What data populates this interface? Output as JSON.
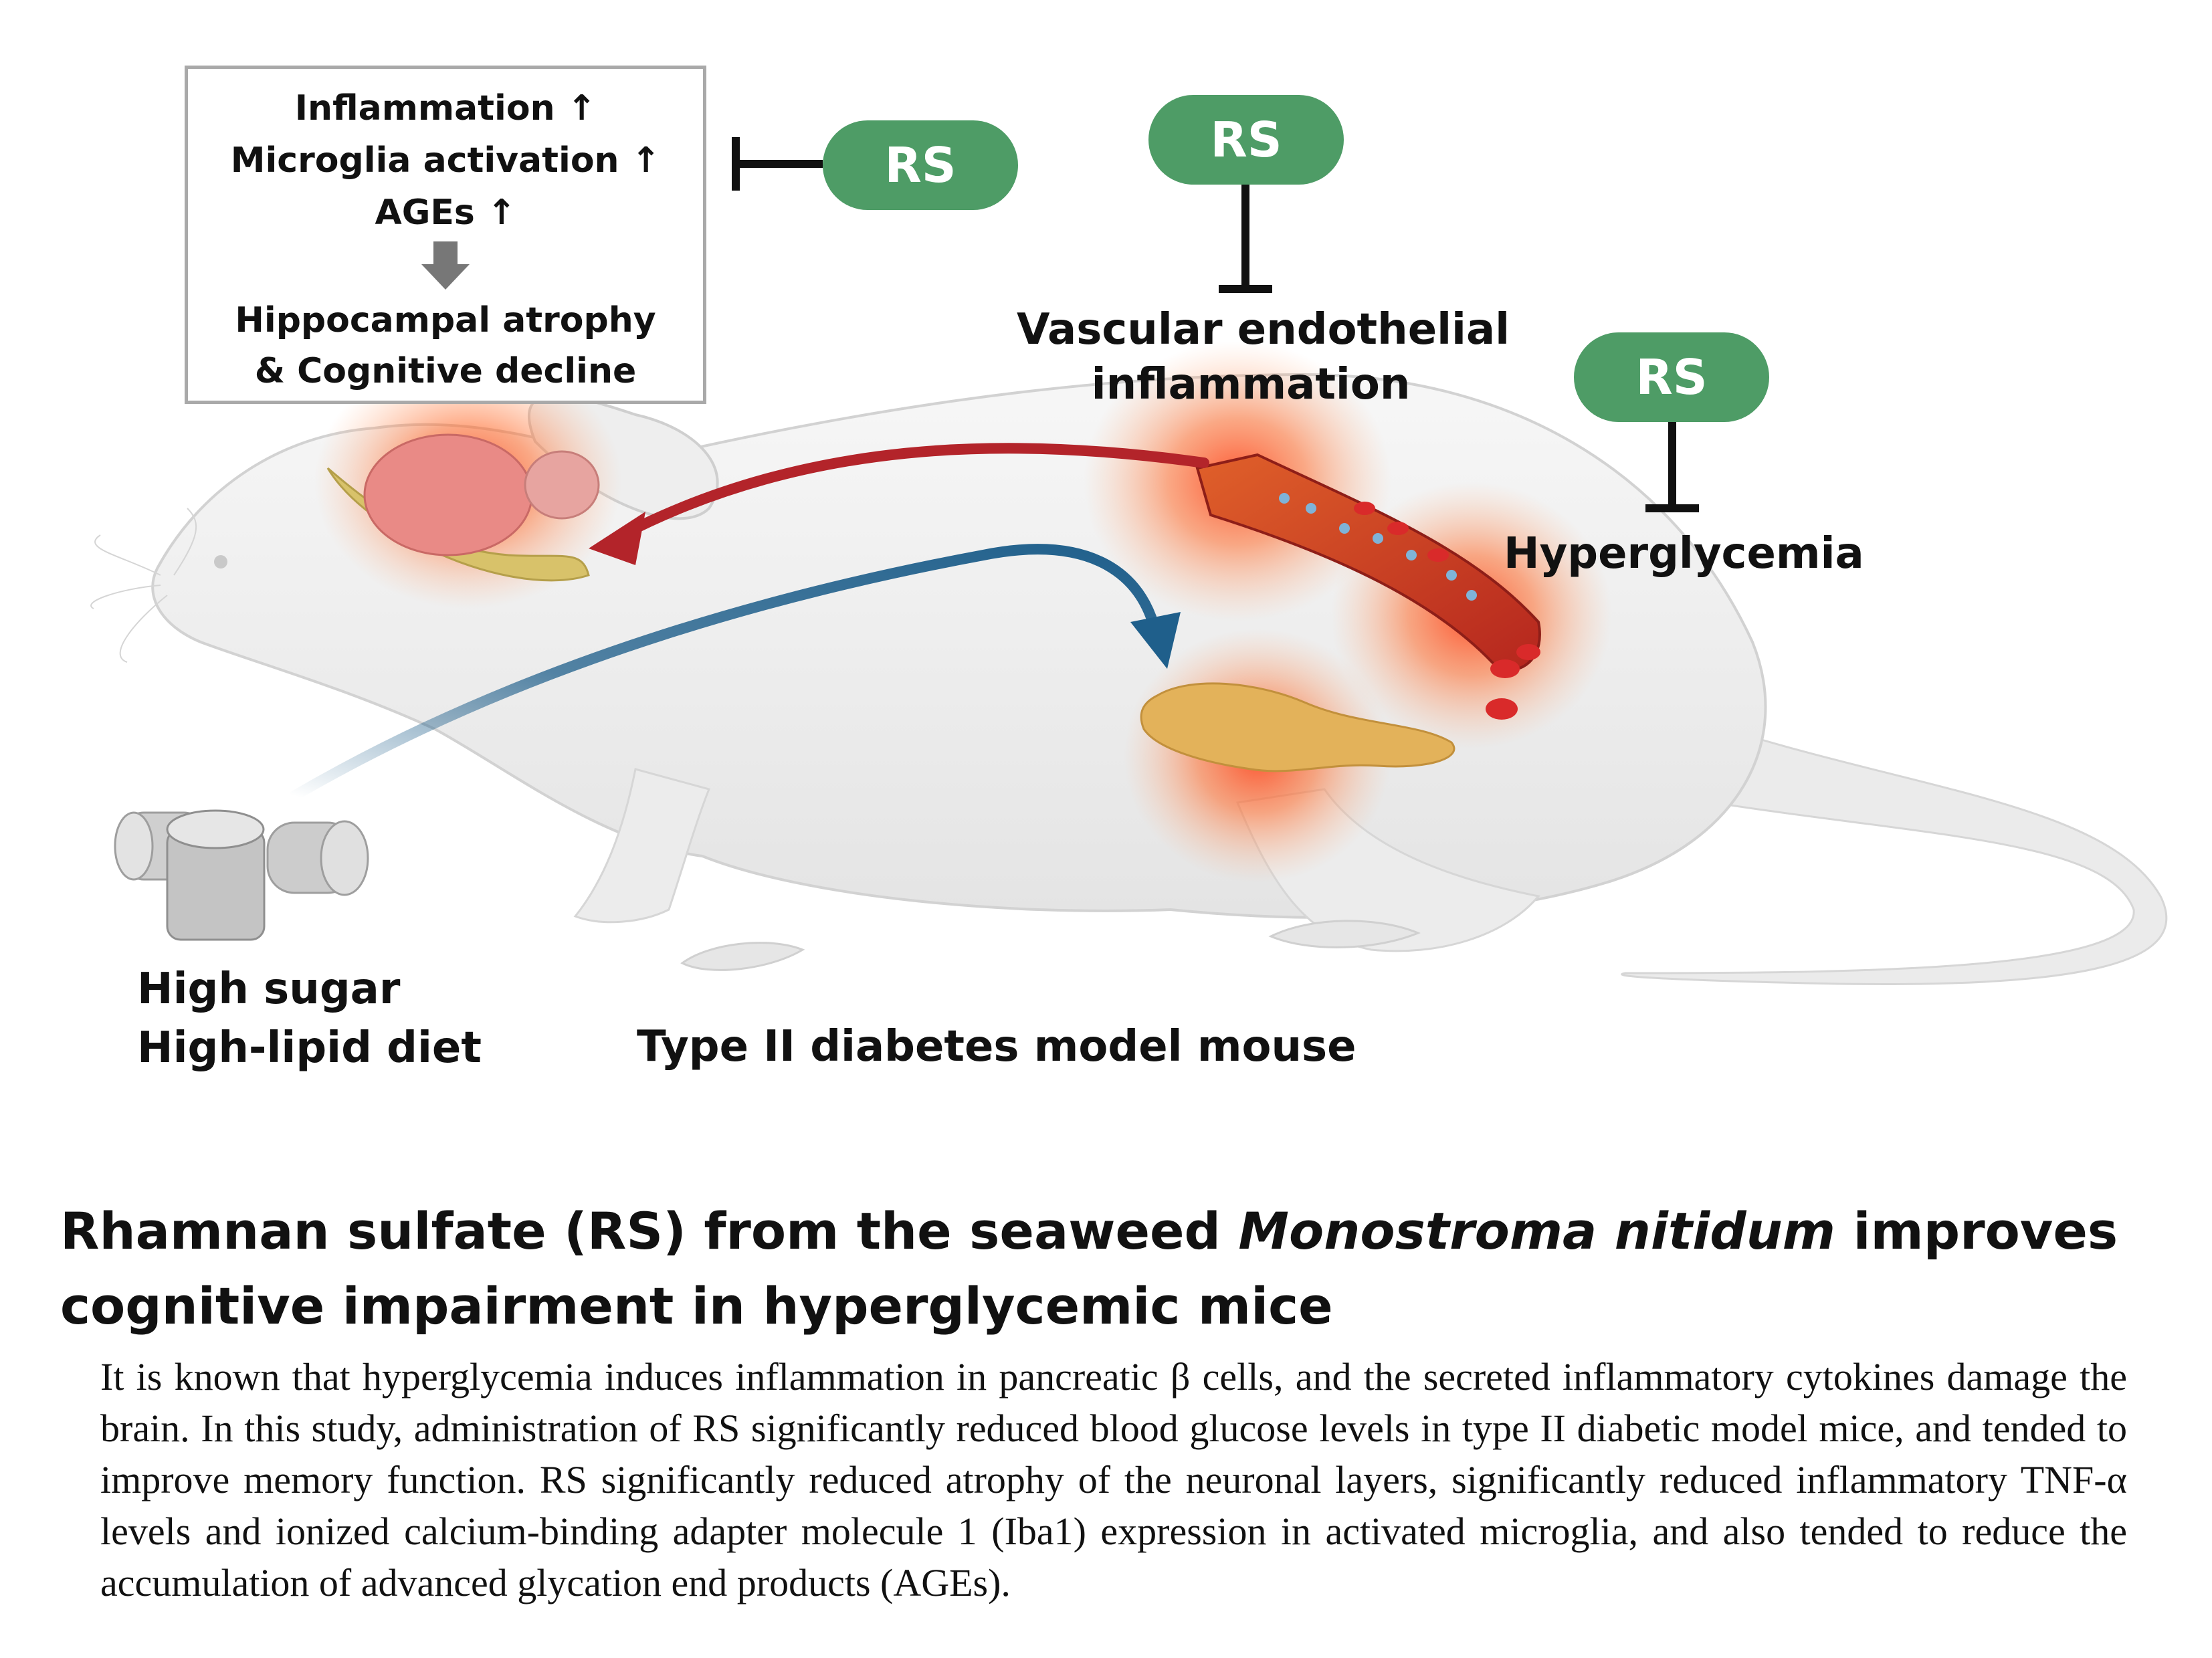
{
  "effects_box": {
    "effects": [
      {
        "label": "Inflammation",
        "arrow": "↑"
      },
      {
        "label": "Microglia activation",
        "arrow": "↑"
      },
      {
        "label": "AGEs",
        "arrow": "↑"
      }
    ],
    "outcome_line1": "Hippocampal atrophy",
    "outcome_line2": "& Cognitive decline"
  },
  "inhibitors": {
    "rs_brain": "RS",
    "rs_vascular": "RS",
    "rs_glucose": "RS"
  },
  "targets": {
    "vascular_line1": "Vascular endothelial",
    "vascular_line2": "inflammation",
    "hyperglycemia": "Hyperglycemia"
  },
  "diet": {
    "line1": "High sugar",
    "line2": "High-lipid diet"
  },
  "model_label": "Type II diabetes model mouse",
  "colors": {
    "rs_green": "#4e9c66",
    "red_arrow": "#b3242a",
    "blue_arrow": "#1f5f8b",
    "box_border": "#a9a9a9"
  },
  "title": {
    "part1": "Rhamnan sulfate (RS) from the seaweed ",
    "species": "Monostroma nitidum",
    "part2": " improves cognitive impairment in hyperglycemic mice"
  },
  "abstract": "It is known that hyperglycemia induces inflammation in pancreatic β cells, and the secreted inflammatory cytokines damage the brain. In this study, administration of RS significantly reduced blood glucose levels in type II diabetic model mice, and tended to improve memory function. RS significantly reduced atrophy of the neuronal layers, significantly reduced inflammatory TNF-α levels and ionized calcium-binding adapter molecule 1 (Iba1) expression in activated microglia, and also tended to reduce the accumulation of advanced glycation end products (AGEs)."
}
